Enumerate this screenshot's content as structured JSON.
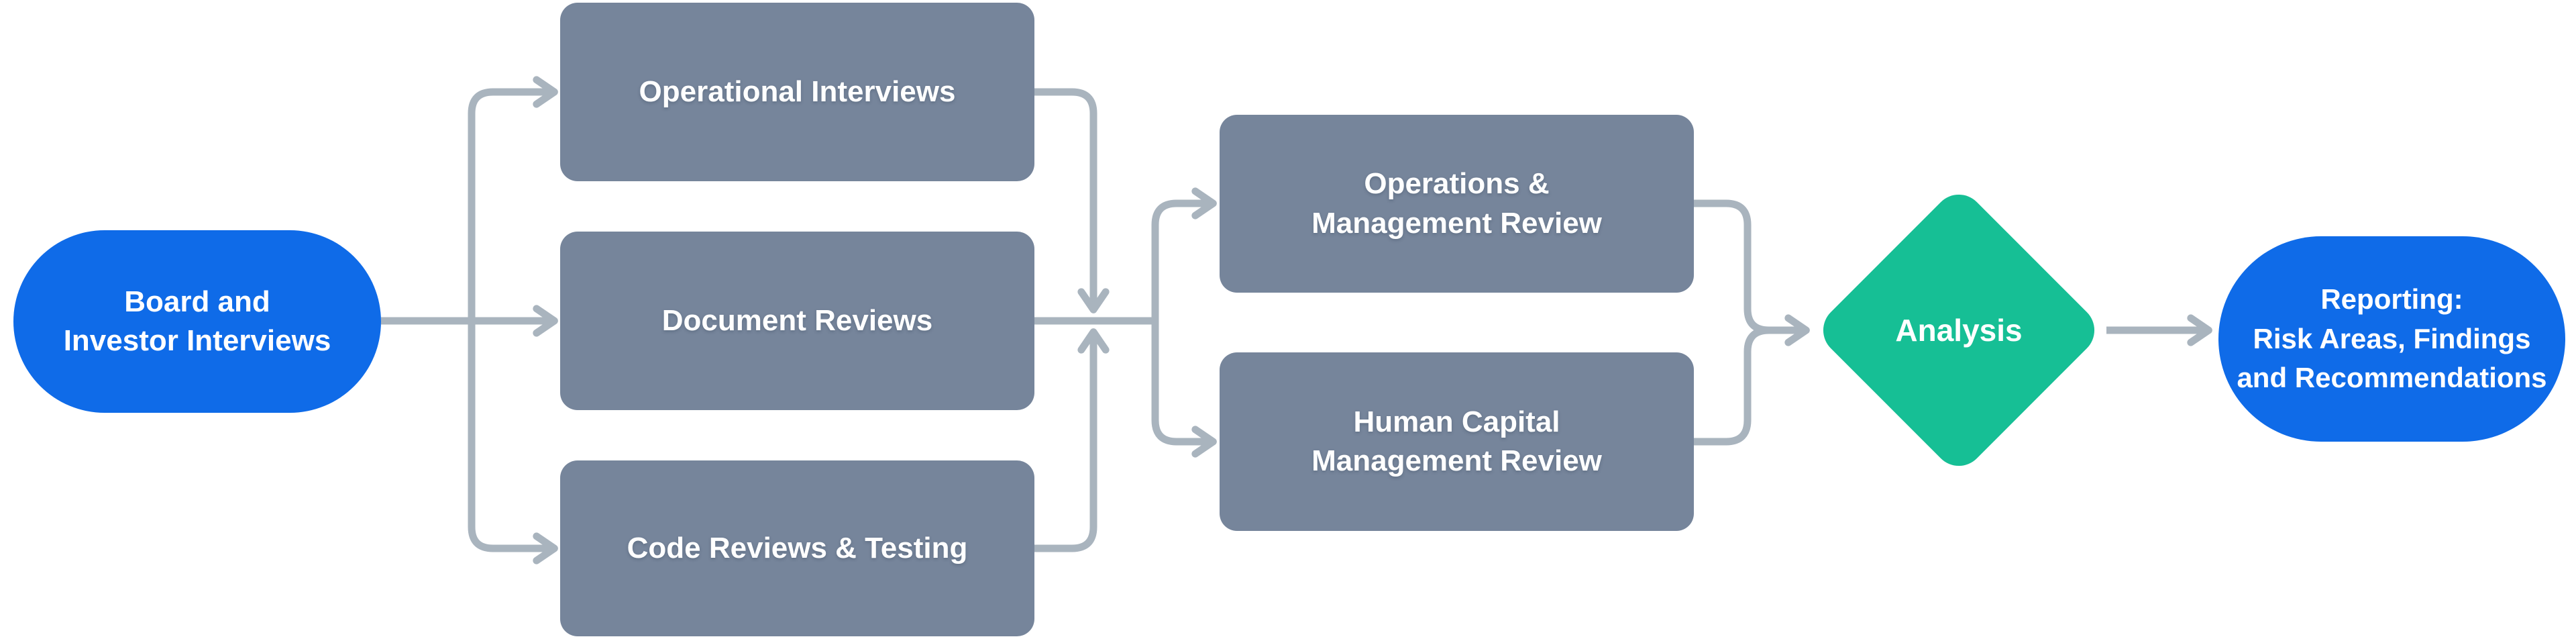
{
  "colors": {
    "node_blue": "#0f6be8",
    "node_gray": "#76859b",
    "node_green": "#16bf95",
    "connector": "#a9b4be",
    "node_text": "#ffffff",
    "background": "#ffffff"
  },
  "nodes": {
    "start": {
      "shape": "pill",
      "lines": [
        "Board and",
        "Investor Interviews"
      ]
    },
    "operational_interviews": {
      "shape": "rect",
      "lines": [
        "Operational Interviews"
      ]
    },
    "document_reviews": {
      "shape": "rect",
      "lines": [
        "Document Reviews"
      ]
    },
    "code_reviews_testing": {
      "shape": "rect",
      "lines": [
        "Code Reviews & Testing"
      ]
    },
    "operations_management_review": {
      "shape": "rect",
      "lines": [
        "Operations &",
        "Management Review"
      ]
    },
    "human_capital_management_review": {
      "shape": "rect",
      "lines": [
        "Human Capital",
        "Management Review"
      ]
    },
    "analysis": {
      "shape": "diamond",
      "lines": [
        "Analysis"
      ]
    },
    "reporting": {
      "shape": "pill",
      "lines": [
        "Reporting:",
        "Risk Areas, Findings",
        "and Recommendations"
      ]
    }
  },
  "edges": [
    {
      "from": "start",
      "to": "operational_interviews"
    },
    {
      "from": "start",
      "to": "document_reviews"
    },
    {
      "from": "start",
      "to": "code_reviews_testing"
    },
    {
      "from": "operational_interviews",
      "to": "reviews_junction"
    },
    {
      "from": "document_reviews",
      "to": "reviews_junction"
    },
    {
      "from": "code_reviews_testing",
      "to": "reviews_junction"
    },
    {
      "from": "reviews_junction",
      "to": "operations_management_review"
    },
    {
      "from": "reviews_junction",
      "to": "human_capital_management_review"
    },
    {
      "from": "operations_management_review",
      "to": "analysis"
    },
    {
      "from": "human_capital_management_review",
      "to": "analysis"
    },
    {
      "from": "analysis",
      "to": "reporting"
    }
  ]
}
